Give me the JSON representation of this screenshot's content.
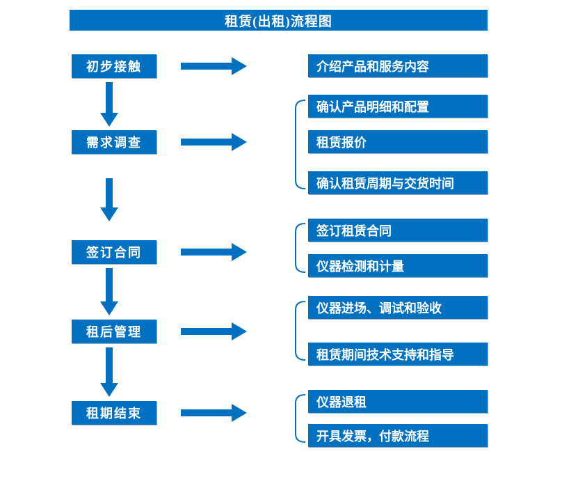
{
  "title": "租赁(出租)流程图",
  "colors": {
    "accent": "#0070C0",
    "box_text": "#FFFFFF",
    "background": "#FFFFFF"
  },
  "stages": [
    {
      "label": "初步接触",
      "items": [
        "介绍产品和服务内容"
      ]
    },
    {
      "label": "需求调查",
      "items": [
        "确认产品明细和配置",
        "租赁报价",
        "确认租赁周期与交货时间"
      ]
    },
    {
      "label": "签订合同",
      "items": [
        "签订租赁合同",
        "仪器检测和计量"
      ]
    },
    {
      "label": "租后管理",
      "items": [
        "仪器进场、调试和验收",
        "租赁期间技术支持和指导"
      ]
    },
    {
      "label": "租期结束",
      "items": [
        "仪器退租",
        "开具发票，付款流程"
      ]
    }
  ]
}
